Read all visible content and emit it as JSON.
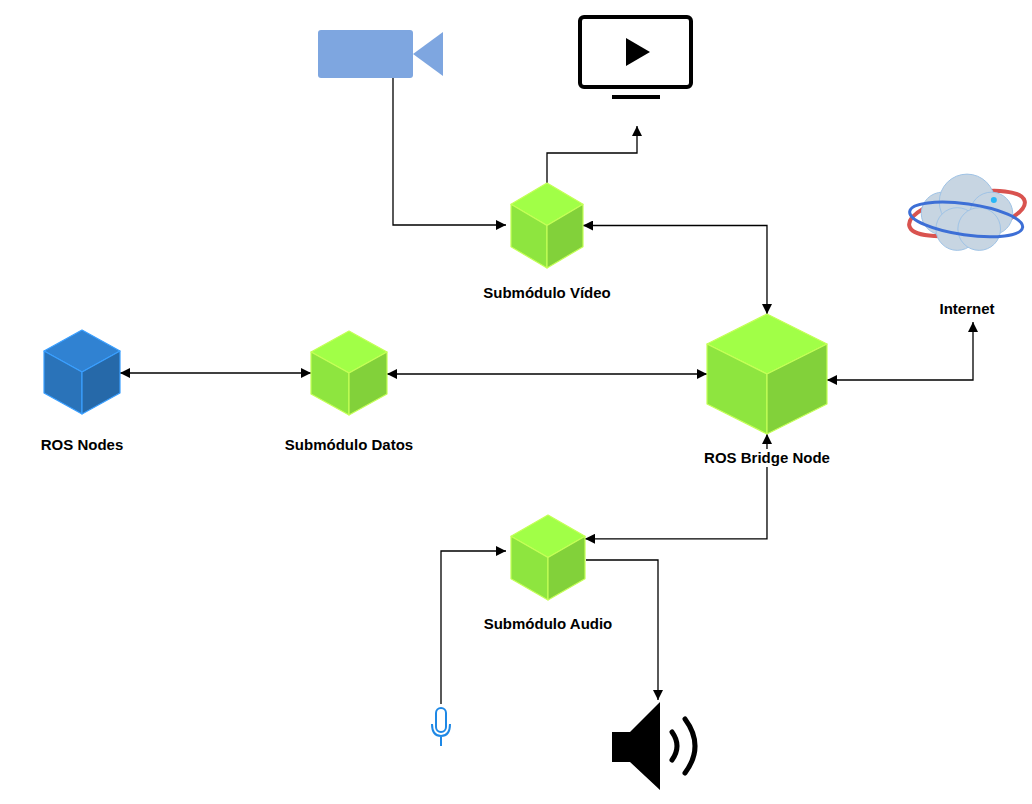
{
  "diagram": {
    "nodes": [
      {
        "text": [
          "Submódulo Vídeo"
        ]
      },
      {
        "text": [
          "Internet"
        ]
      },
      {
        "text": [
          "ROS Nodes"
        ]
      },
      {
        "text": [
          "Submódulo Datos"
        ]
      },
      {
        "text": [
          "ROS Bridge Node"
        ]
      },
      {
        "text": [
          "Submódulo Audio"
        ]
      }
    ],
    "edges": [
      {
        "from": 0,
        "to": 4,
        "arrow": "both"
      },
      {
        "from": 2,
        "to": 3,
        "arrow": "both"
      },
      {
        "from": 3,
        "to": 4,
        "arrow": "both"
      },
      {
        "from": 4,
        "to": 5,
        "arrow": "both"
      },
      {
        "from": 1,
        "to": 4,
        "arrow": "both"
      }
    ]
  }
}
